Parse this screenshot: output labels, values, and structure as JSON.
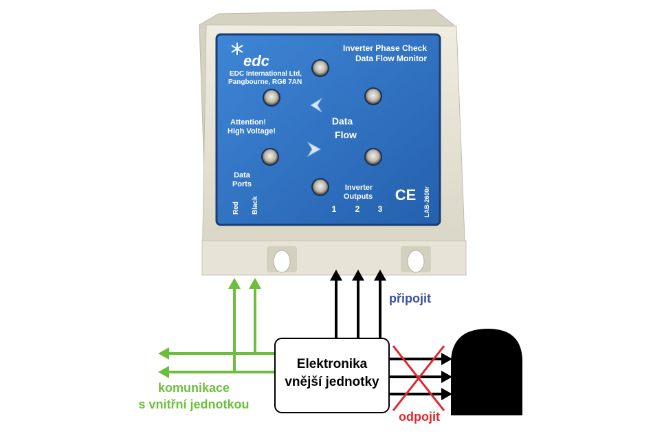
{
  "device": {
    "brand": "edc",
    "company_line1": "EDC International Ltd,",
    "company_line2": "Pangbourne, RG8 7AN",
    "title_line1": "Inverter Phase Check",
    "title_line2": "Data Flow Monitor",
    "warning_line1": "Attention!",
    "warning_line2": "High Voltage!",
    "data_ports_line1": "Data",
    "data_ports_line2": "Ports",
    "port_red": "Red",
    "port_black": "Black",
    "flow_line1": "Data",
    "flow_line2": "Flow",
    "outputs_line1": "Inverter",
    "outputs_line2": "Outputs",
    "output_numbers": [
      "1",
      "2",
      "3"
    ],
    "ce_mark": "CE",
    "model": "LAB-2600r",
    "colors": {
      "housing": "#e4e1d3",
      "panel": "#2f6fbd",
      "panel_border": "#1a3d73"
    }
  },
  "diagram": {
    "connect_label": "připojit",
    "disconnect_label": "odpojit",
    "electronics_line1": "Elektronika",
    "electronics_line2": "vnější jednotky",
    "comm_line1": "komunikace",
    "comm_line2": "s vnitřní jednotkou",
    "colors": {
      "green": "#6cbf3c",
      "blue": "#3a4fa0",
      "red": "#e2262b",
      "black": "#000000"
    }
  }
}
